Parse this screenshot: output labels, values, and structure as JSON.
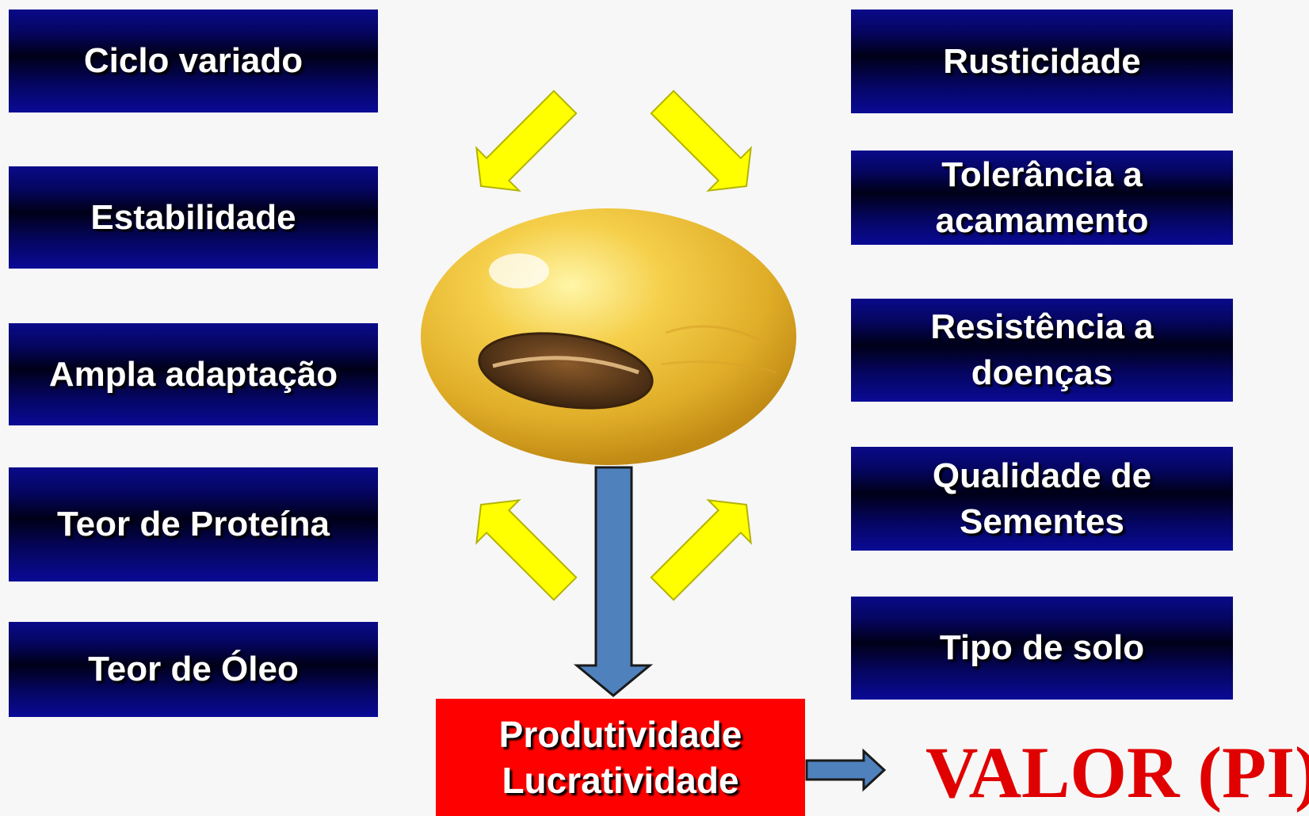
{
  "left_boxes": [
    {
      "lines": [
        "Ciclo variado"
      ]
    },
    {
      "lines": [
        "Estabilidade"
      ]
    },
    {
      "lines": [
        "Ampla adaptação"
      ]
    },
    {
      "lines": [
        "Teor de Proteína"
      ]
    },
    {
      "lines": [
        "Teor de Óleo"
      ]
    }
  ],
  "right_boxes": [
    {
      "lines": [
        "Rusticidade"
      ]
    },
    {
      "lines": [
        "Tolerância a",
        "acamamento"
      ]
    },
    {
      "lines": [
        "Resistência a",
        "doenças"
      ]
    },
    {
      "lines": [
        "Qualidade de",
        "Sementes"
      ]
    },
    {
      "lines": [
        "Tipo de solo"
      ]
    }
  ],
  "result_box": {
    "lines": [
      "Produtividade",
      "Lucratividade"
    ]
  },
  "value_label": "VALOR (PI)",
  "colors": {
    "box_blue": "#05056e",
    "result_red": "#ff0000",
    "value_red": "#e00000",
    "arrow_yellow": "#ffff00",
    "arrow_blue": "#4f81bd",
    "seed_yellow": "#f2c12e",
    "hilum_brown": "#5a3a1a"
  },
  "icons": [
    "soybean-seed",
    "yellow-arrow",
    "blue-down-arrow",
    "blue-right-arrow"
  ]
}
